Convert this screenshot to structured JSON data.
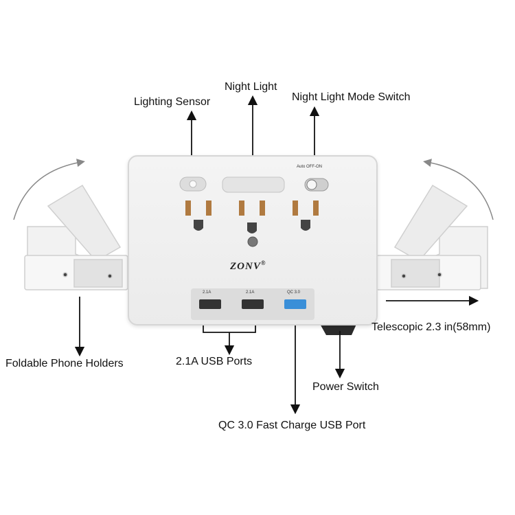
{
  "labels": {
    "lighting_sensor": "Lighting Sensor",
    "night_light": "Night Light",
    "night_light_mode_switch": "Night Light Mode Switch",
    "foldable_phone_holders": "Foldable Phone Holders",
    "usb_ports": "2.1A USB Ports",
    "telescopic": "Telescopic 2.3 in(58mm)",
    "power_switch": "Power Switch",
    "qc_port": "QC 3.0 Fast Charge USB Port"
  },
  "device": {
    "brand": "ZONV",
    "trademark": "®",
    "switch_label": "Auto OFF-ON",
    "usb1_label": "2.1A",
    "usb2_label": "2.1A",
    "usb3_label": "QC 3.0"
  },
  "colors": {
    "body": "#eeeeee",
    "outlet_slot": "#b07a40",
    "qc_port": "#3a8fd8",
    "arrow": "#111111"
  }
}
